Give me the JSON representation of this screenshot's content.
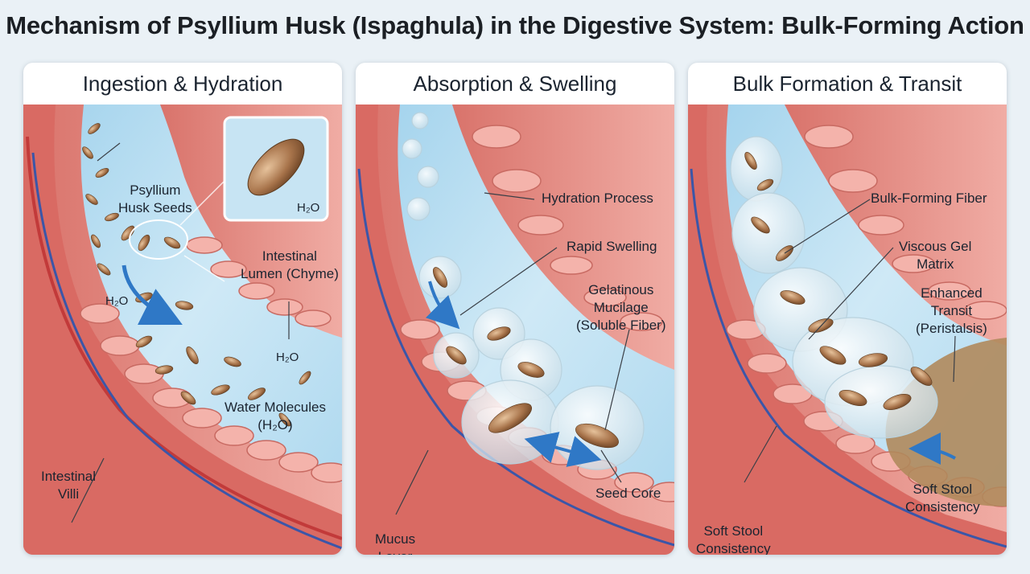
{
  "title": "Mechanism of Psyllium Husk (Ispaghula) in the Digestive System: Bulk-Forming Action",
  "panels": [
    {
      "title": "Ingestion & Hydration",
      "labels": {
        "seeds_1": "Psyllium",
        "seeds_2": "Husk Seeds",
        "inset_h2o": "H₂O",
        "lumen_1": "Intestinal",
        "lumen_2": "Lumen (Chyme)",
        "h2o_a": "H₂O",
        "h2o_b": "H₂O",
        "water_1": "Water Molecules",
        "water_2": "(H₂O)",
        "villi_1": "Intestinal",
        "villi_2": "Villi"
      }
    },
    {
      "title": "Absorption & Swelling",
      "labels": {
        "hydration": "Hydration Process",
        "swelling": "Rapid Swelling",
        "mucilage_1": "Gelatinous",
        "mucilage_2": "Mucilage",
        "mucilage_3": "(Soluble Fiber)",
        "core": "Seed Core",
        "mucus_1": "Mucus",
        "mucus_2": "Layer"
      }
    },
    {
      "title": "Bulk Formation & Transit",
      "labels": {
        "bulk": "Bulk-Forming Fiber",
        "gel_1": "Viscous Gel",
        "gel_2": "Matrix",
        "transit_1": "Enhanced",
        "transit_2": "Transit",
        "transit_3": "(Peristalsis)",
        "stool_r1": "Soft Stool",
        "stool_r2": "Consistency",
        "stool_l1": "Soft Stool",
        "stool_l2": "Consistency"
      }
    }
  ],
  "colors": {
    "tissue": "#e99a92",
    "tissue_dark": "#c9605a",
    "lumen": "#bfe0f0",
    "seed": "#9c6b45",
    "arrow": "#2f78c6",
    "stool": "#b08a5c"
  }
}
